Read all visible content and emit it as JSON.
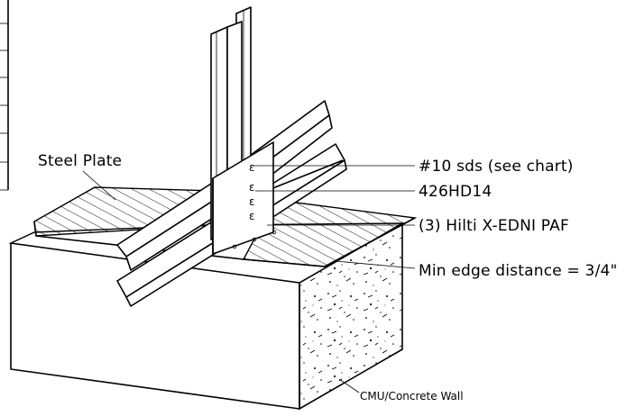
{
  "labels": {
    "steel_plate": "Steel Plate",
    "sds": "#10 sds (see chart)",
    "holdown": "426HD14",
    "paf": "(3) Hilti X-EDNI PAF",
    "edge": "Min edge distance = 3/4\"",
    "wall": "CMU/Concrete Wall"
  }
}
